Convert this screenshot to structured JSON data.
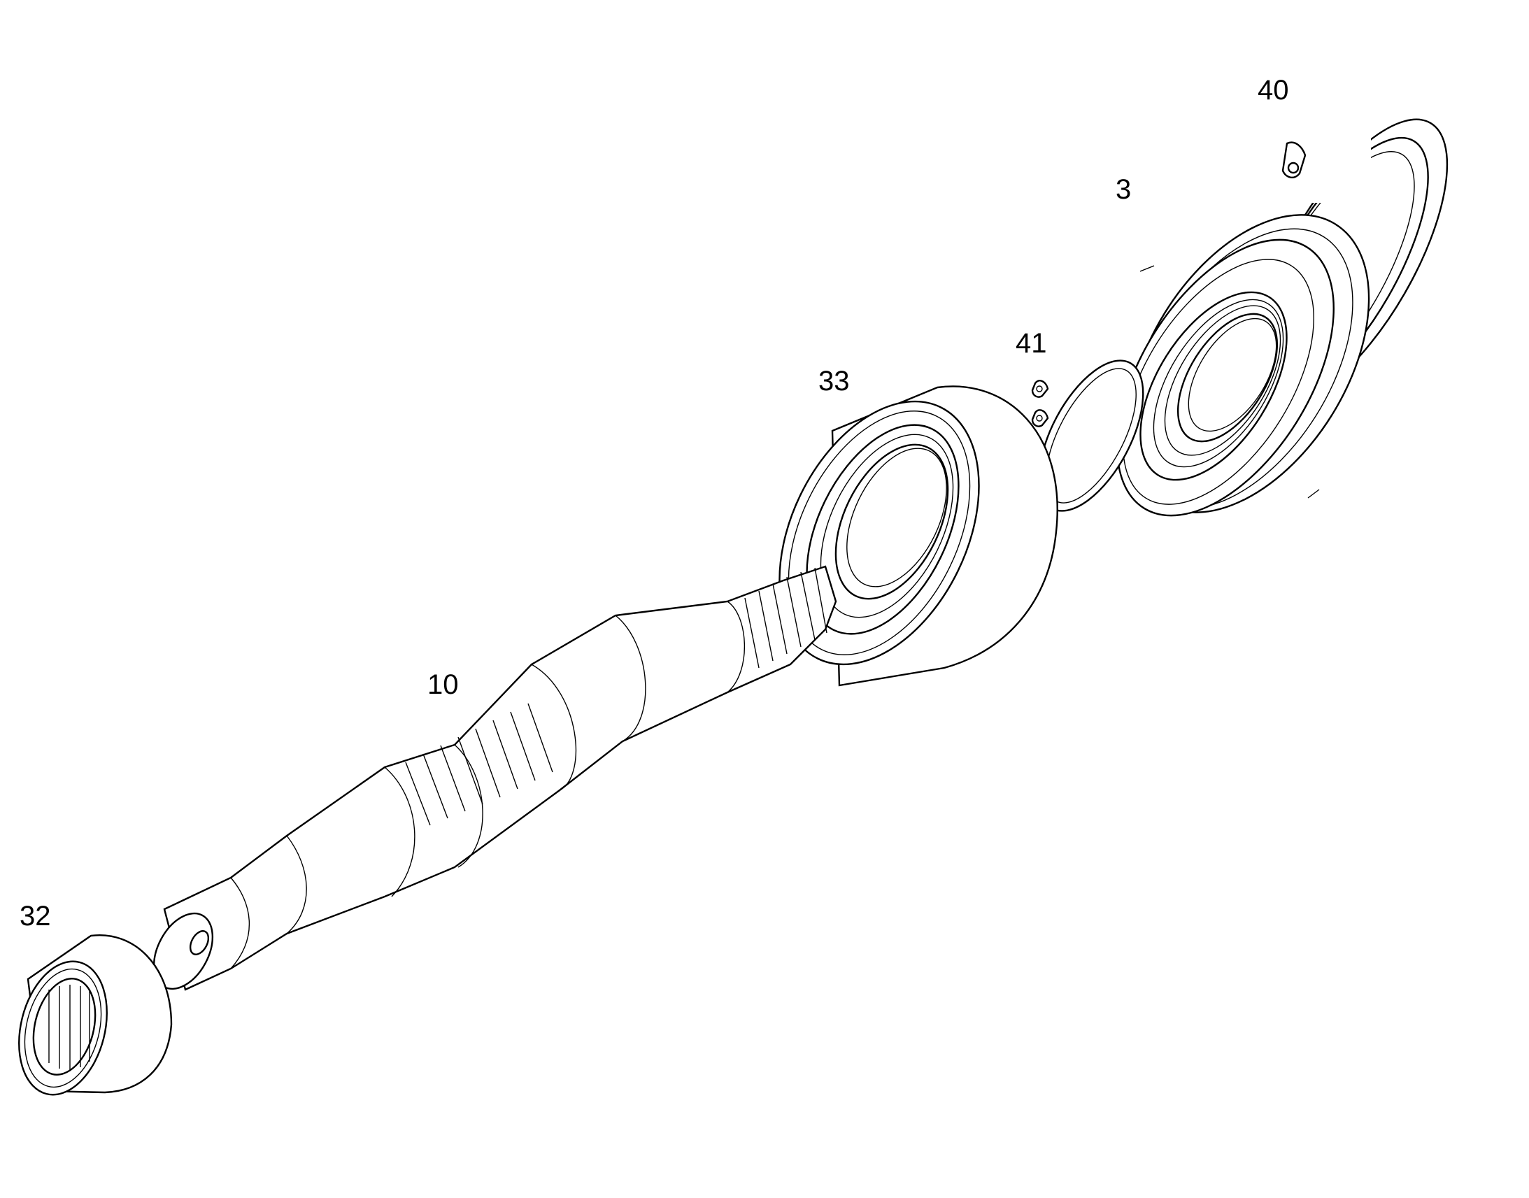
{
  "callouts": {
    "part_40": "40",
    "part_3": "3",
    "part_41": "41",
    "part_33": "33",
    "part_10": "10",
    "part_32": "32"
  },
  "colors": {
    "line": "#000000",
    "background": "#ffffff"
  }
}
